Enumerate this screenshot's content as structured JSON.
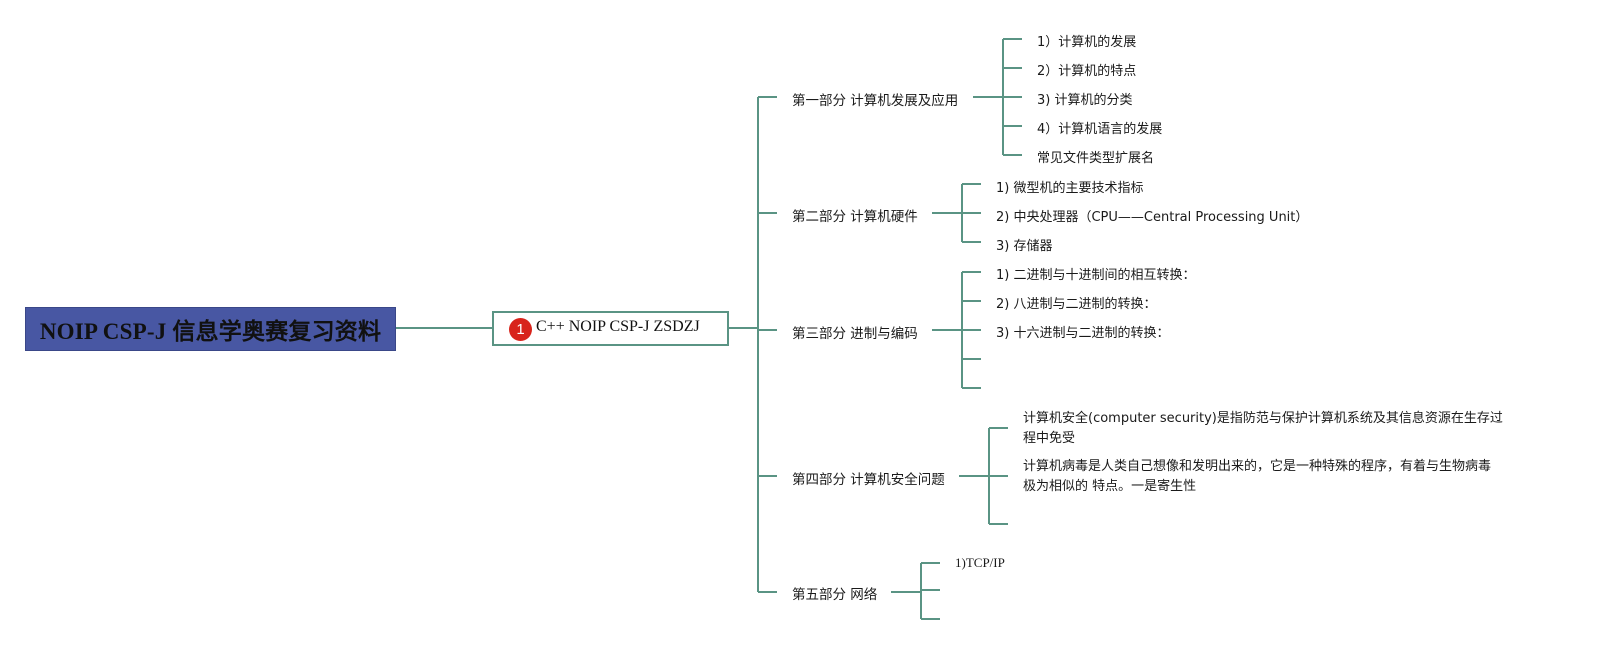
{
  "root": {
    "title": "NOIP CSP-J 信息学奥赛复习资料"
  },
  "hub": {
    "badge": "1",
    "label": "C++ NOIP CSP-J ZSDZJ"
  },
  "colors": {
    "line": "#5a9484",
    "root_fill": "#4857a3",
    "badge": "#d8231b"
  },
  "sections": [
    {
      "label": "第一部分 计算机发展及应用",
      "items": [
        "1）计算机的发展",
        "2）计算机的特点",
        "3) 计算机的分类",
        "4）计算机语言的发展",
        "常见文件类型扩展名"
      ]
    },
    {
      "label": "第二部分 计算机硬件",
      "items": [
        "1) 微型机的主要技术指标",
        "2) 中央处理器（CPU——Central Processing Unit）",
        "3) 存储器"
      ]
    },
    {
      "label": "第三部分 进制与编码",
      "items": [
        "1) 二进制与十进制间的相互转换：",
        "2) 八进制与二进制的转换：",
        "3) 十六进制与二进制的转换：",
        "",
        ""
      ]
    },
    {
      "label": "第四部分 计算机安全问题",
      "items": [
        "计算机安全(computer security)是指防范与保护计算机系统及其信息资源在生存过程中免受",
        "计算机病毒是人类自己想像和发明出来的，它是一种特殊的程序，有着与生物病毒极为相似的 特点。一是寄生性",
        ""
      ]
    },
    {
      "label": "第五部分 网络",
      "items": [
        "1)TCP/IP",
        "",
        ""
      ]
    }
  ]
}
